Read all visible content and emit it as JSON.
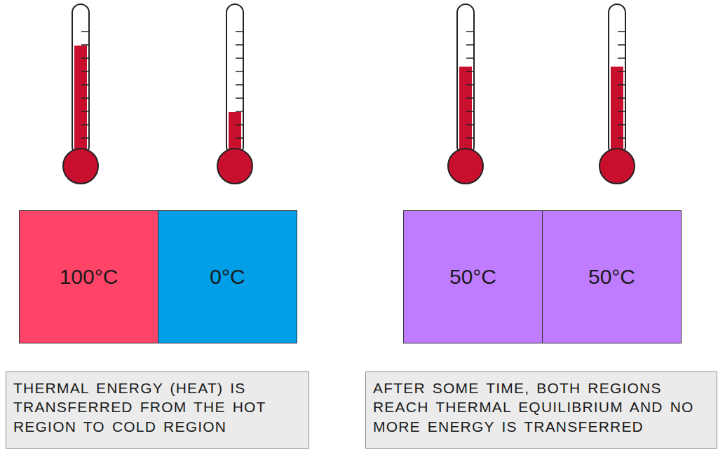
{
  "diagram": {
    "nodes": [
      {
        "text": [
          "100°C"
        ]
      },
      {
        "text": [
          "0°C"
        ]
      },
      {
        "text": [
          "50°C"
        ]
      },
      {
        "text": [
          "50°C"
        ]
      },
      {
        "text": [
          "THERMAL ENERGY (HEAT) IS TRANSFERRED FROM THE HOT REGION TO COLD REGION"
        ]
      },
      {
        "text": [
          "AFTER SOME TIME, BOTH REGIONS REACH THERMAL EQUILIBRIUM AND NO MORE ENERGY IS TRANSFERRED"
        ]
      }
    ],
    "edges": [
      {
        "from": 0,
        "to": 1,
        "arrow": "to"
      },
      {
        "from": 0,
        "to": 1,
        "arrow": "to"
      },
      {
        "from": 0,
        "to": 1,
        "arrow": "to"
      }
    ]
  }
}
